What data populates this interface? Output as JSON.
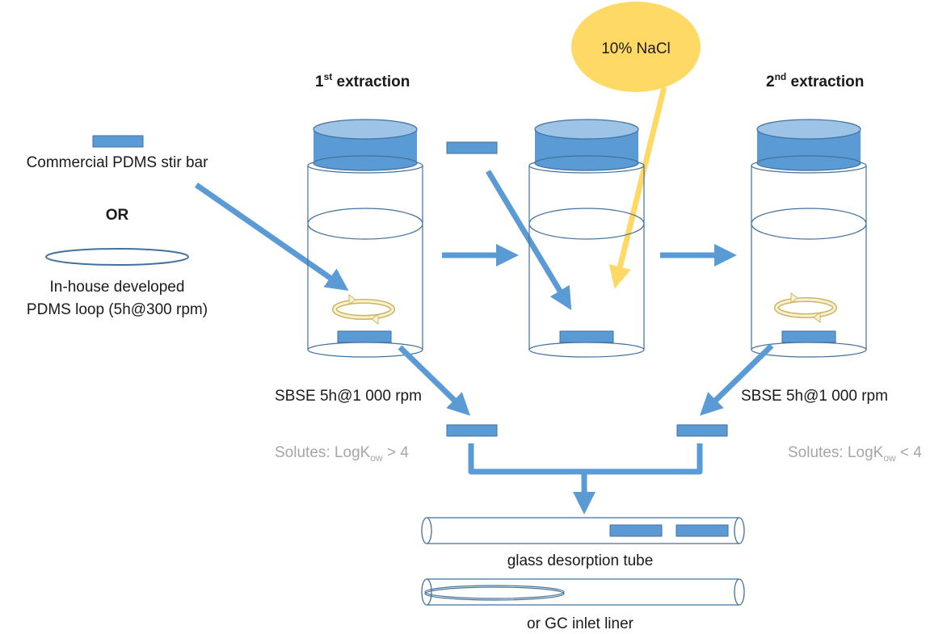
{
  "title_1": {
    "pre": "1",
    "sup": "st",
    "post": " extraction"
  },
  "title_2": {
    "pre": "2",
    "sup": "nd",
    "post": " extraction"
  },
  "salt_label": "10% NaCl",
  "stir_bar_label": "Commercial PDMS stir bar",
  "or_label": "OR",
  "loop_label_line1": "In-house developed",
  "loop_label_line2": "PDMS loop (5h@300 rpm)",
  "sbse_left": "SBSE 5h@1 000 rpm",
  "sbse_right": "SBSE 5h@1 000 rpm",
  "solutes_left": {
    "pre": "Solutes: LogK",
    "sub": "ow",
    "post": " > 4"
  },
  "solutes_right": {
    "pre": "Solutes: LogK",
    "sub": "ow",
    "post": " < 4"
  },
  "tube_label": "glass desorption tube",
  "liner_label": "or GC inlet liner",
  "colors": {
    "accent_blue": "#5b9bd5",
    "dark_blue": "#41719c",
    "salt_yellow": "#ffd966",
    "rotor_yellow": "#fff2cc",
    "rotor_khaki": "#c9b46a",
    "gray_text": "#a6a6a6"
  }
}
